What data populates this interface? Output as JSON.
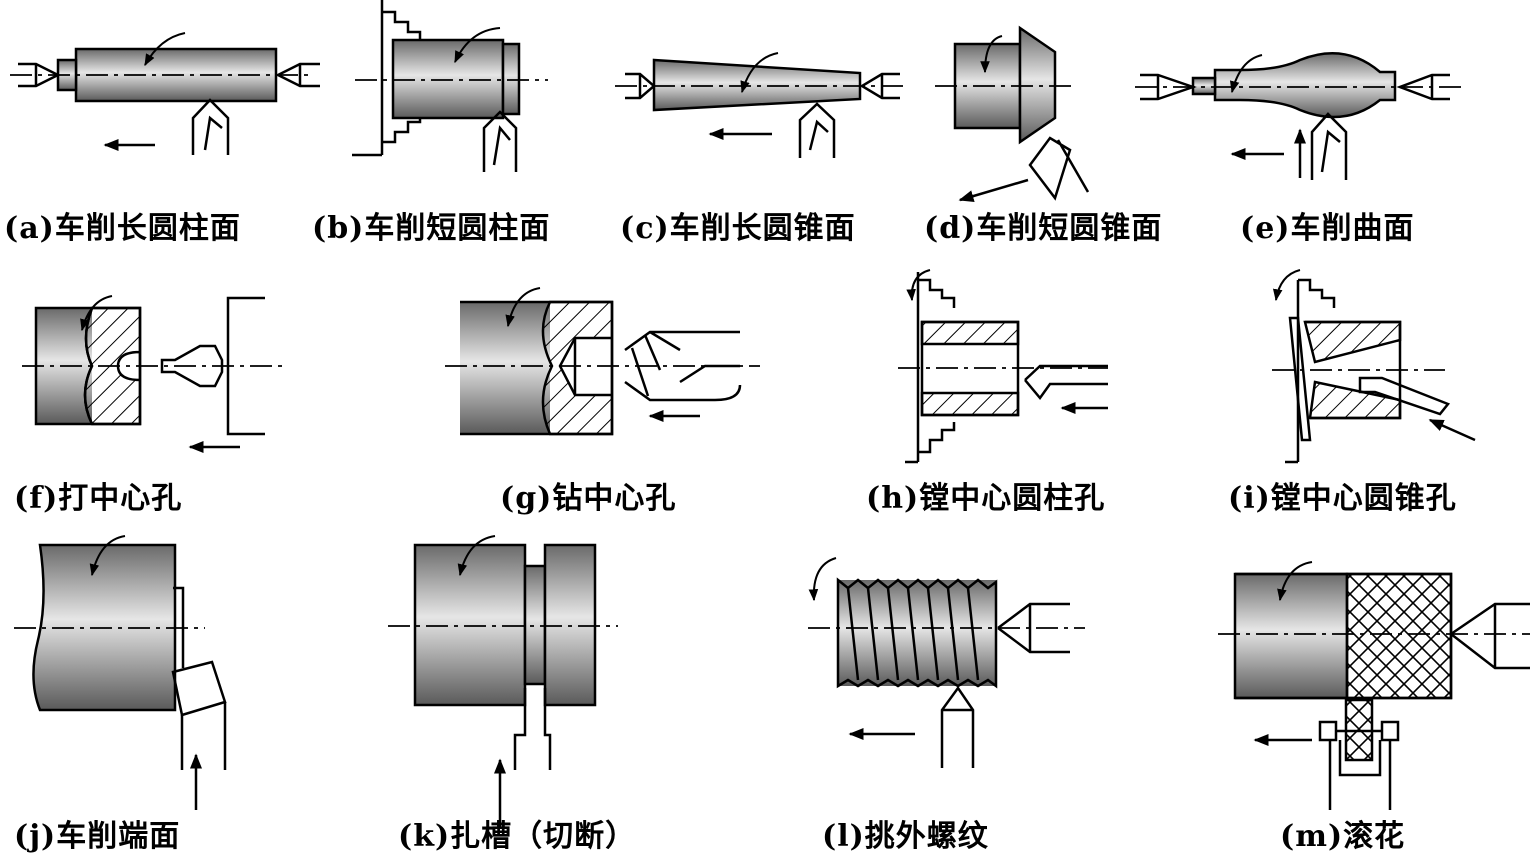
{
  "captions": {
    "a": "(a)车削长圆柱面",
    "b": "(b)车削短圆柱面",
    "c": "(c)车削长圆锥面",
    "d": "(d)车削短圆锥面",
    "e": "(e)车削曲面",
    "f": "(f)打中心孔",
    "g": "(g)钻中心孔",
    "h": "(h)镗中心圆柱孔",
    "i": "(i)镗中心圆锥孔",
    "j": "(j)车削端面",
    "k": "(k)扎槽（切断）",
    "l": "(l)挑外螺纹",
    "m": "(m)滚花"
  }
}
